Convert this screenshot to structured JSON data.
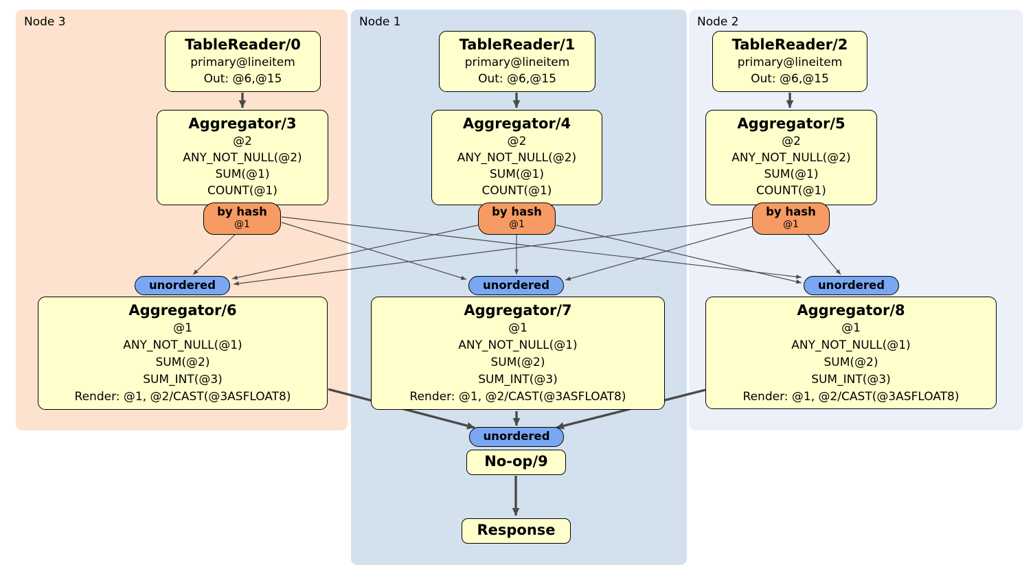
{
  "regions": {
    "node3": {
      "label": "Node 3"
    },
    "node1": {
      "label": "Node 1"
    },
    "node2": {
      "label": "Node 2"
    }
  },
  "processors": {
    "tr0": {
      "title": "TableReader/0",
      "lines": [
        "primary@lineitem",
        "Out: @6,@15"
      ]
    },
    "tr1": {
      "title": "TableReader/1",
      "lines": [
        "primary@lineitem",
        "Out: @6,@15"
      ]
    },
    "tr2": {
      "title": "TableReader/2",
      "lines": [
        "primary@lineitem",
        "Out: @6,@15"
      ]
    },
    "agg3": {
      "title": "Aggregator/3",
      "lines": [
        "@2",
        "ANY_NOT_NULL(@2)",
        "SUM(@1)",
        "COUNT(@1)"
      ]
    },
    "agg4": {
      "title": "Aggregator/4",
      "lines": [
        "@2",
        "ANY_NOT_NULL(@2)",
        "SUM(@1)",
        "COUNT(@1)"
      ]
    },
    "agg5": {
      "title": "Aggregator/5",
      "lines": [
        "@2",
        "ANY_NOT_NULL(@2)",
        "SUM(@1)",
        "COUNT(@1)"
      ]
    },
    "agg6": {
      "title": "Aggregator/6",
      "lines": [
        "@1",
        "ANY_NOT_NULL(@1)",
        "SUM(@2)",
        "SUM_INT(@3)",
        "Render: @1, @2/CAST(@3ASFLOAT8)"
      ]
    },
    "agg7": {
      "title": "Aggregator/7",
      "lines": [
        "@1",
        "ANY_NOT_NULL(@1)",
        "SUM(@2)",
        "SUM_INT(@3)",
        "Render: @1, @2/CAST(@3ASFLOAT8)"
      ]
    },
    "agg8": {
      "title": "Aggregator/8",
      "lines": [
        "@1",
        "ANY_NOT_NULL(@1)",
        "SUM(@2)",
        "SUM_INT(@3)",
        "Render: @1, @2/CAST(@3ASFLOAT8)"
      ]
    },
    "noop": {
      "title": "No-op/9"
    },
    "response": {
      "title": "Response"
    }
  },
  "routers": {
    "hash3": {
      "label": "by hash",
      "detail": "@1"
    },
    "hash4": {
      "label": "by hash",
      "detail": "@1"
    },
    "hash5": {
      "label": "by hash",
      "detail": "@1"
    }
  },
  "synchronizers": {
    "un6": {
      "label": "unordered"
    },
    "un7": {
      "label": "unordered"
    },
    "un8": {
      "label": "unordered"
    },
    "un9": {
      "label": "unordered"
    }
  },
  "colors": {
    "node3_bg": "#FDE3CF",
    "node1_bg": "#D3E1EE",
    "node2_bg": "#ECF0F9",
    "box_fill": "#FFFFCC",
    "box_border": "#000000",
    "hash_fill": "#F59B63",
    "sync_fill": "#79A7F2",
    "edge_color": "#4A4A4A"
  }
}
